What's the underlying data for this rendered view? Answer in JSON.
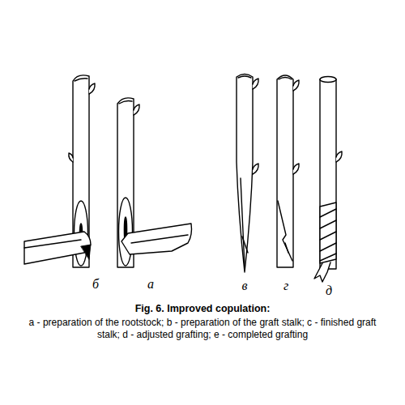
{
  "diagram": {
    "title": "Fig. 6. Improved copulation:",
    "caption": "a - preparation of the rootstock; b - preparation of the graft stalk; c - finished graft stalk; d - adjusted grafting; e - completed grafting",
    "labels": [
      "б",
      "а",
      "в",
      "г",
      "д"
    ]
  }
}
